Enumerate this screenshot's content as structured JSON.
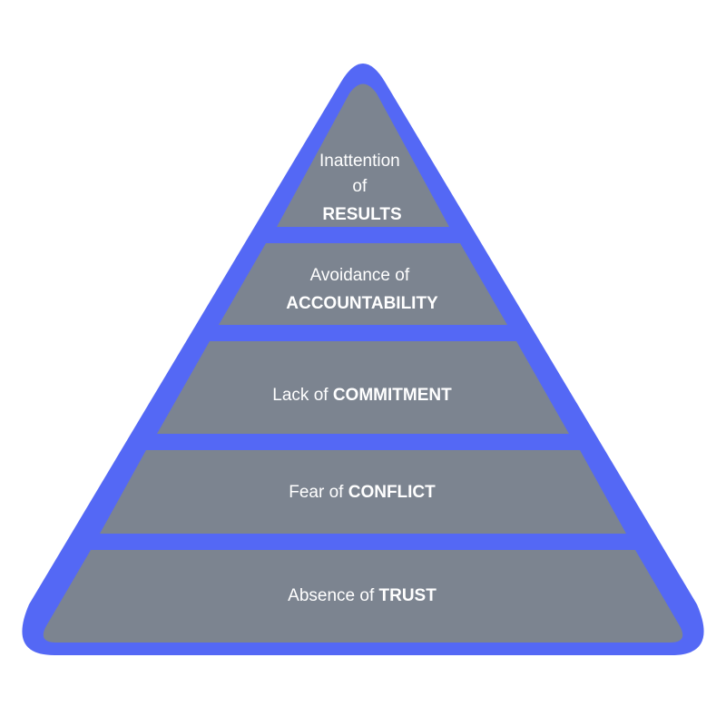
{
  "colors": {
    "outline": "#5468F5",
    "tier_fill": "#7C8490",
    "text": "#FFFFFF",
    "background": "#FFFFFF"
  },
  "tiers": [
    {
      "lines": [
        {
          "regular": "Inattention"
        },
        {
          "regular": "of"
        },
        {
          "bold": "RESULTS"
        }
      ]
    },
    {
      "lines": [
        {
          "regular": "Avoidance of"
        },
        {
          "bold": "ACCOUNTABILITY"
        }
      ]
    },
    {
      "lines": [
        {
          "regular": "Lack of ",
          "bold": "COMMITMENT"
        }
      ]
    },
    {
      "lines": [
        {
          "regular": "Fear of ",
          "bold": "CONFLICT"
        }
      ]
    },
    {
      "lines": [
        {
          "regular": "Absence of ",
          "bold": "TRUST"
        }
      ]
    }
  ]
}
